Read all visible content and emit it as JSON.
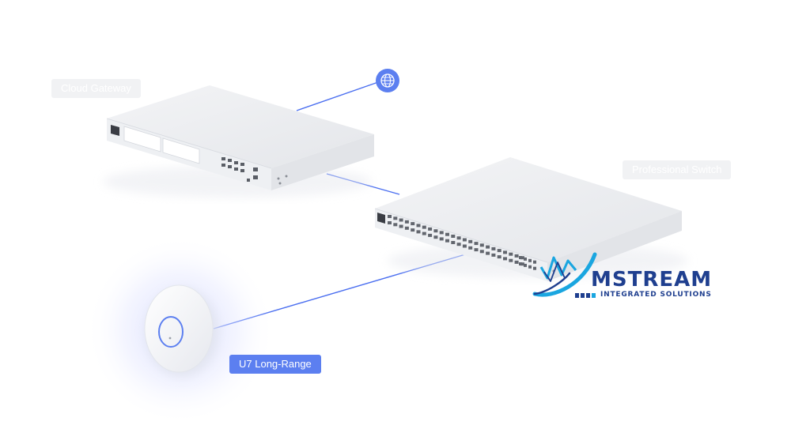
{
  "labels": {
    "cloud_gateway": "Cloud Gateway",
    "professional_switch": "Professional Switch",
    "access_point": "U7 Long-Range"
  },
  "logo": {
    "title": "MSTREAM",
    "subtitle": "INTEGRATED SOLUTIONS"
  },
  "icons": {
    "internet": "globe-icon"
  },
  "colors": {
    "accent": "#5c7ff0",
    "link_line": "#4a6ef0",
    "device_body": "#eef0f3",
    "logo_blue": "#1f3f8f",
    "logo_cyan": "#1aa6e0"
  }
}
